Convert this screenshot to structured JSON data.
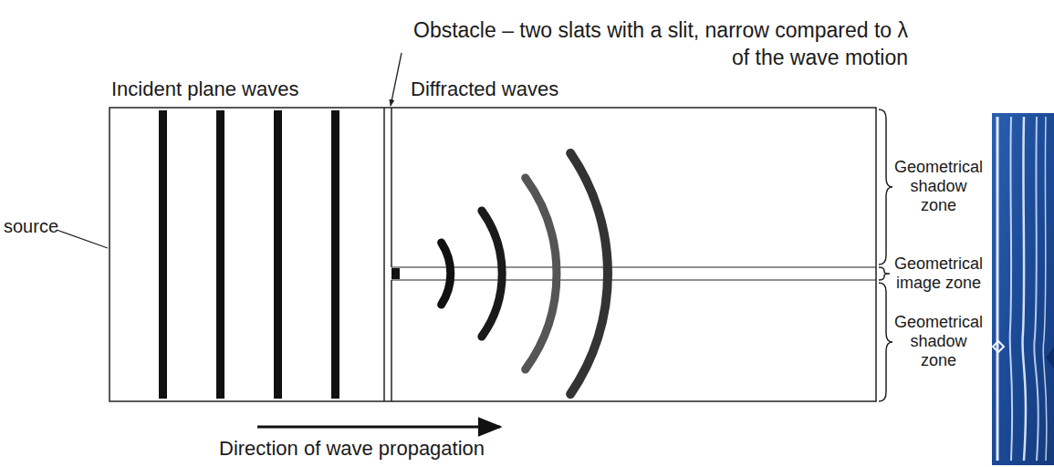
{
  "diagram": {
    "labels": [
      "Obstacle – two slats with a slit, narrow compared to λ of the wave motion",
      "Incident plane waves",
      "Diffracted waves",
      "Geometrical shadow zone",
      "Geometrical image zone",
      "Geometrical shadow zone",
      "source",
      "Direction of wave propagation"
    ]
  }
}
